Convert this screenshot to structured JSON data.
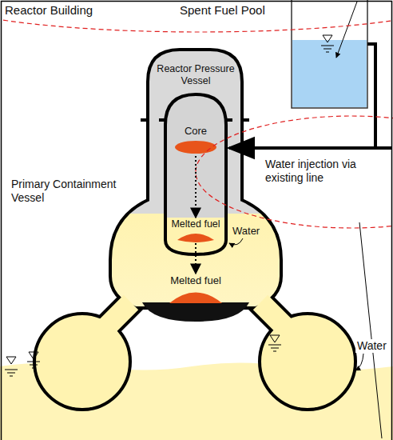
{
  "diagram": {
    "nodes": [
      {
        "text": [
          "Reactor Building"
        ]
      },
      {
        "text": [
          "Spent Fuel Pool"
        ],
        "in": 0
      },
      {
        "text": [
          "Primary Containment Vessel"
        ],
        "in": 0
      },
      {
        "text": [
          "Reactor Pressure Vessel"
        ],
        "in": 2
      },
      {
        "text": [
          "Core"
        ],
        "in": 3
      },
      {
        "text": [
          "Melted fuel"
        ],
        "in": 3
      },
      {
        "text": [
          "Melted fuel"
        ],
        "in": 2
      }
    ],
    "edges": [
      {
        "from": 4,
        "to": 5,
        "arrow": "to"
      },
      {
        "from": 5,
        "to": 6,
        "arrow": "to"
      }
    ],
    "labels": [
      "Water injection via existing line",
      "Water",
      "Water"
    ]
  }
}
